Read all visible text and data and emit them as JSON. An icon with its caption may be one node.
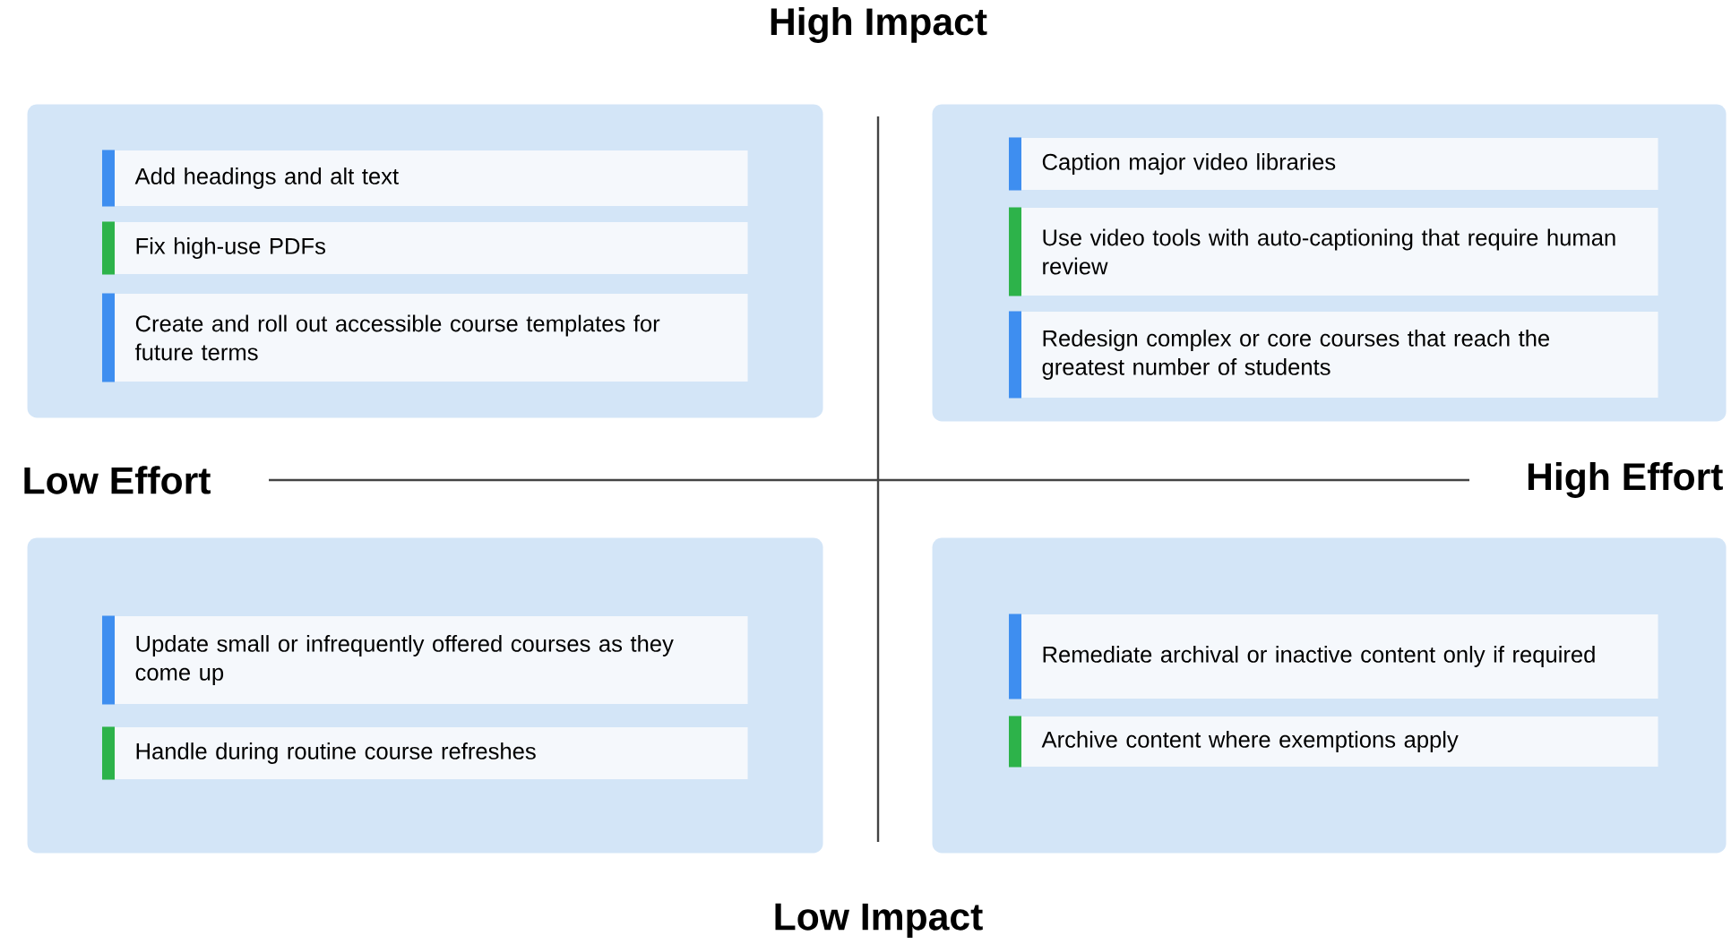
{
  "diagram": {
    "nodes": [
      {
        "text": [],
        "shape": "box"
      },
      {
        "text": [
          "Add headings and alt text"
        ],
        "in": 0
      },
      {
        "text": [
          "Fix high-use PDFs"
        ],
        "in": 0
      },
      {
        "text": [
          "Create and roll out accessible course templates for future terms"
        ],
        "in": 0
      },
      {
        "text": [],
        "shape": "box"
      },
      {
        "text": [
          "Caption major video libraries"
        ],
        "in": 4
      },
      {
        "text": [
          "Use video tools with auto-captioning that require human review"
        ],
        "in": 4
      },
      {
        "text": [
          "Redesign complex or core courses that reach the greatest number of students"
        ],
        "in": 4
      },
      {
        "text": [],
        "shape": "box"
      },
      {
        "text": [
          "Update small or infrequently offered courses as they come up"
        ],
        "in": 8
      },
      {
        "text": [
          "Handle during routine course refreshes"
        ],
        "in": 8
      },
      {
        "text": [],
        "shape": "box"
      },
      {
        "text": [
          "Remediate archival or inactive content only if required"
        ],
        "in": 11
      },
      {
        "text": [
          "Archive content where exemptions apply"
        ],
        "in": 11
      }
    ],
    "labels": [
      "High Impact",
      "Low Effort",
      "High Effort",
      "Low Impact"
    ]
  }
}
